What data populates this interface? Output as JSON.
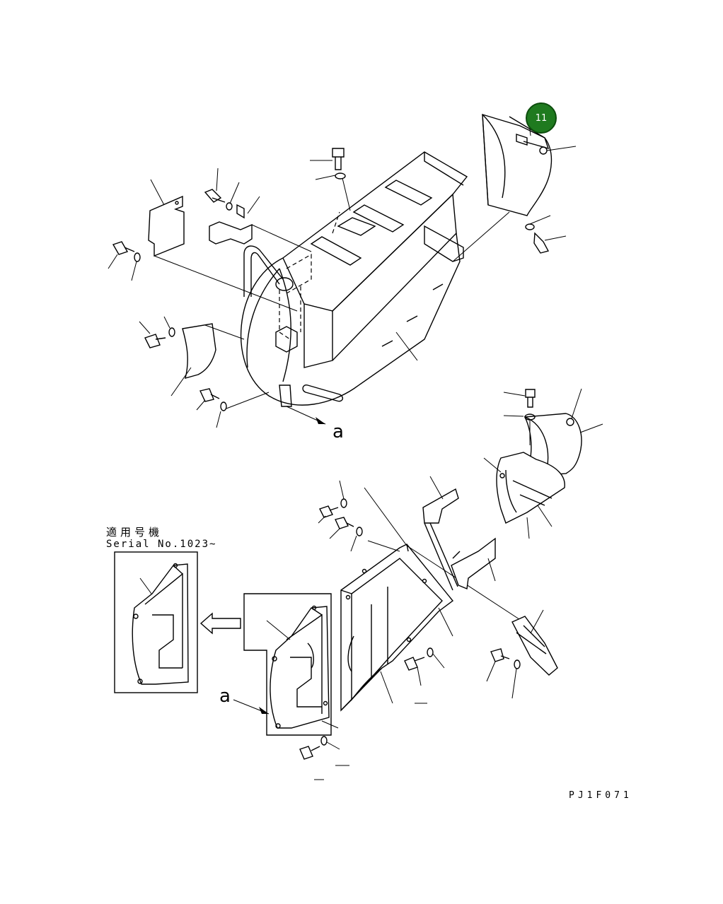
{
  "applicability": {
    "title": "適用号機",
    "serial": "Serial No.1023~"
  },
  "drawing_code": "PJ1F071",
  "view_marker": "a",
  "callout": {
    "number": "11",
    "color": "#1f7a1f"
  }
}
